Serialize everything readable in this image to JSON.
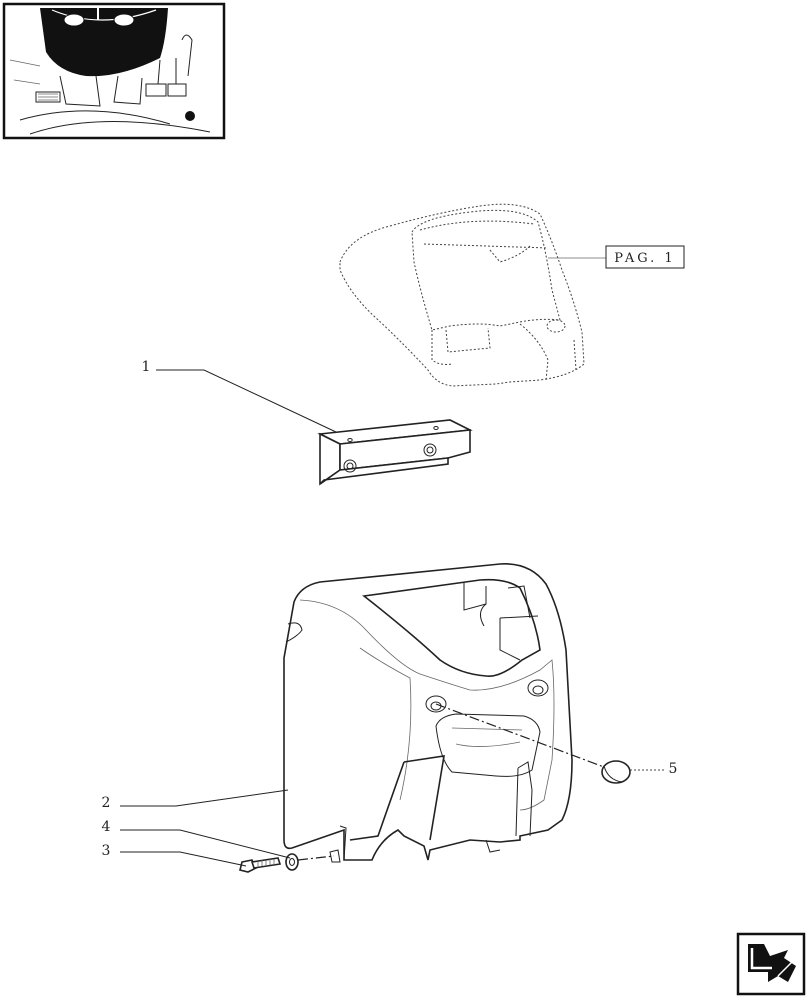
{
  "reference_box": {
    "label": "PAG. 1"
  },
  "callouts": [
    {
      "id": "1",
      "label": "1"
    },
    {
      "id": "2",
      "label": "2"
    },
    {
      "id": "3",
      "label": "3"
    },
    {
      "id": "4",
      "label": "4"
    },
    {
      "id": "5",
      "label": "5"
    }
  ],
  "icons": {
    "thumbnail": "tractor-cab-overview-thumbnail",
    "nav": "next-page-arrow-icon"
  }
}
